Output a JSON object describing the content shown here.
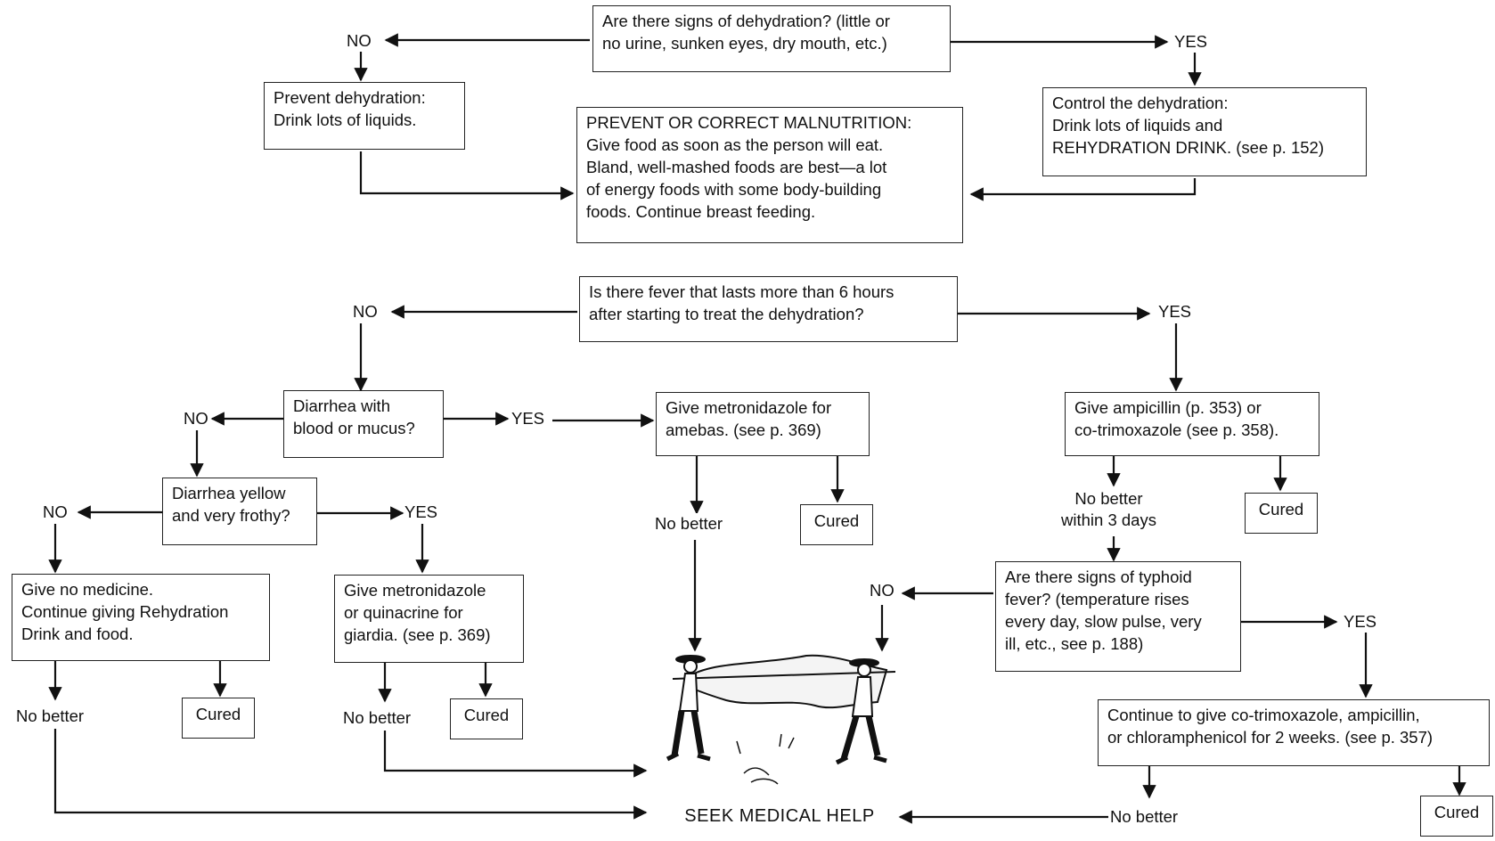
{
  "q1": "Are there signs of dehydration? (little or\nno urine, sunken eyes, dry mouth, etc.)",
  "q1_no": "NO",
  "q1_yes": "YES",
  "prevent_dehydration": "Prevent dehydration:\nDrink lots of liquids.",
  "control_dehydration": "Control the dehydration:\nDrink lots of liquids and\nREHYDRATION DRINK. (see p. 152)",
  "malnutrition": "PREVENT OR CORRECT MALNUTRITION:\nGive food as soon as the person will eat.\nBland, well-mashed foods are best—a lot\nof energy foods with some body-building\nfoods. Continue breast feeding.",
  "q2": "Is there fever that lasts more than 6 hours\nafter starting to treat the dehydration?",
  "q2_no": "NO",
  "q2_yes": "YES",
  "q3": "Diarrhea with\nblood or mucus?",
  "q3_no": "NO",
  "q3_yes": "YES",
  "amebas": "Give metronidazole for\namebas.  (see p. 369)",
  "amebas_no_better": "No better",
  "amebas_cured": "Cured",
  "q4": "Diarrhea yellow\nand very frothy?",
  "q4_no": "NO",
  "q4_yes": "YES",
  "no_medicine": "Give no medicine.\nContinue giving Rehydration\nDrink and food.",
  "no_medicine_no_better": "No better",
  "no_medicine_cured": "Cured",
  "giardia": "Give metronidazole\nor quinacrine for\ngiardia.  (see p. 369)",
  "giardia_no_better": "No better",
  "giardia_cured": "Cured",
  "ampicillin": "Give ampicillin (p. 353) or\nco-trimoxazole (see p. 358).",
  "ampicillin_no_better": "No better\nwithin 3 days",
  "ampicillin_cured": "Cured",
  "q5": "Are there signs of typhoid\nfever? (temperature rises\nevery day, slow pulse, very\nill, etc., see p. 188)",
  "q5_no": "NO",
  "q5_yes": "YES",
  "typhoid_treatment": "Continue to give co-trimoxazole, ampicillin,\nor chloramphenicol for 2 weeks. (see p. 357)",
  "typhoid_no_better": "No better",
  "typhoid_cured": "Cured",
  "seek_help": "SEEK MEDICAL HELP"
}
